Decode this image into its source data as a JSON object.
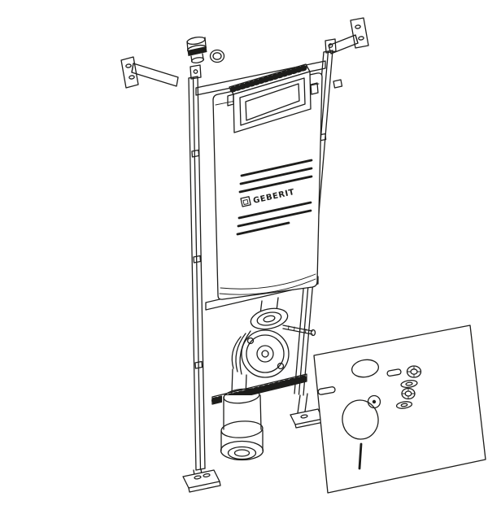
{
  "page": {
    "background_color": "#ffffff",
    "line_color": "#1d1d1b"
  },
  "drawing": {
    "brand_label": "GEBERIT",
    "parts": [
      "wall-bracket-left",
      "wall-bracket-right",
      "inlet-fitting",
      "o-ring",
      "mounting-frame",
      "concealed-cistern",
      "access-shaft",
      "brand-label",
      "flush-cone-seal",
      "threaded-rod",
      "outlet-elbow-flange",
      "drain-bend",
      "foot-left",
      "foot-right",
      "sound-insulation-mat",
      "fastener-top",
      "fastener-bottom"
    ]
  }
}
